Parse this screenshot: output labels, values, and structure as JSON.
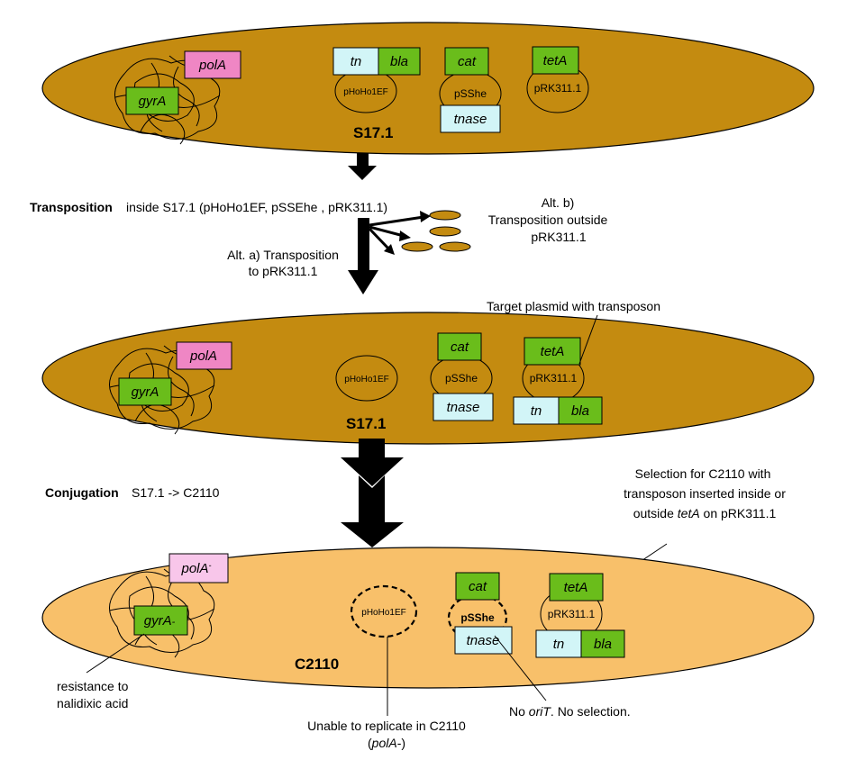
{
  "colors": {
    "cell_dark": "#c48b10",
    "cell_light": "#f8c06a",
    "gene_green": "#6abd1b",
    "gene_blue": "#d2f5f7",
    "gene_pink": "#ef86c4",
    "gene_pink_light": "#f8c6ea"
  },
  "panel1": {
    "cell_label": "S17.1",
    "genes": {
      "polA": "polA",
      "gyrA": "gyrA",
      "tn": "tn",
      "bla": "bla",
      "cat": "cat",
      "tnase": "tnase",
      "tetA": "tetA"
    },
    "plasmids": {
      "pHoHo1EF": "pHoHo1EF",
      "pSShe": "pSShe",
      "pRK311": "pRK311.1"
    }
  },
  "step1": {
    "title": "Transposition",
    "detail": "inside S17.1 (pHoHo1EF,  pSSEhe , pRK311.1)",
    "alt_a_line1": "Alt. a) Transposition",
    "alt_a_line2": "to pRK311.1",
    "alt_b_line1": "Alt. b)",
    "alt_b_line2": "Transposition  outside",
    "alt_b_line3": "pRK311.1"
  },
  "panel2": {
    "cell_label": "S17.1",
    "target_note": "Target plasmid  with transposon",
    "genes": {
      "polA": "polA",
      "gyrA": "gyrA",
      "cat": "cat",
      "tnase": "tnase",
      "tetA": "tetA",
      "tn": "tn",
      "bla": "bla"
    },
    "plasmids": {
      "pHoHo1EF": "pHoHo1EF",
      "pSShe": "pSShe",
      "pRK311": "pRK311.1"
    }
  },
  "step2": {
    "title": "Conjugation",
    "detail": "S17.1 -> C2110",
    "selection_line1": "Selection for C2110  with",
    "selection_line2": "transposon  inserted inside or",
    "selection_line3a": "outside ",
    "selection_line3b": "tetA",
    "selection_line3c": " on pRK311.1"
  },
  "panel3": {
    "cell_label": "C2110",
    "genes": {
      "polA": "polA",
      "polA_sup": "-",
      "gyrA": "gyrA",
      "gyrA_sup": "-",
      "cat": "cat",
      "tnase": "tnase",
      "tetA": "tetA",
      "tn": "tn",
      "bla": "bla"
    },
    "plasmids": {
      "pHoHo1EF": "pHoHo1EF",
      "pSShe": "pSShe",
      "pRK311": "pRK311.1"
    },
    "resistance_line1": "resistance to",
    "resistance_line2": "nalidixic acid",
    "unable_line1": "Unable to replicate in C2110",
    "unable_line2a": "(",
    "unable_line2b": "polA",
    "unable_line2c": "-)",
    "no_orit_a": "No ",
    "no_orit_b": "oriT",
    "no_orit_c": ". No selection."
  }
}
